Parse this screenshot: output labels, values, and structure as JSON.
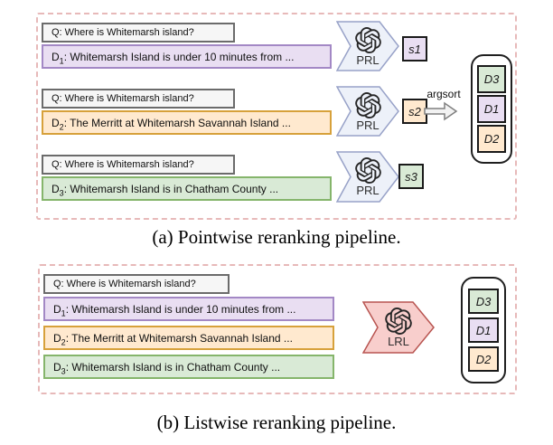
{
  "panel_a": {
    "caption": "(a) Pointwise reranking pipeline.",
    "argsort": "argsort",
    "rows": [
      {
        "query": "Q: Where is Whitemarsh island?",
        "doc": {
          "label": "D",
          "sub": "1",
          "text": ": Whitemarsh Island is under 10 minutes from ..."
        },
        "model": "PRL",
        "score": "s1"
      },
      {
        "query": "Q: Where is Whitemarsh island?",
        "doc": {
          "label": "D",
          "sub": "2",
          "text": ": The Merritt at Whitemarsh Savannah Island ..."
        },
        "model": "PRL",
        "score": "s2"
      },
      {
        "query": "Q: Where is Whitemarsh island?",
        "doc": {
          "label": "D",
          "sub": "3",
          "text": ": Whitemarsh Island is in Chatham County ..."
        },
        "model": "PRL",
        "score": "s3"
      }
    ],
    "output": [
      "D3",
      "D1",
      "D2"
    ]
  },
  "panel_b": {
    "caption": "(b) Listwise reranking pipeline.",
    "query": "Q: Where is Whitemarsh island?",
    "docs": [
      {
        "label": "D",
        "sub": "1",
        "text": ": Whitemarsh Island is under 10 minutes from ..."
      },
      {
        "label": "D",
        "sub": "2",
        "text": ": The Merritt at Whitemarsh Savannah Island ..."
      },
      {
        "label": "D",
        "sub": "3",
        "text": ": Whitemarsh Island is in Chatham County ..."
      }
    ],
    "model": "LRL",
    "output": [
      "D3",
      "D1",
      "D2"
    ]
  },
  "icons": {
    "model_logo": "openai-logo"
  },
  "colors": {
    "purple_fill": "#e9def2",
    "purple_stroke": "#a388c5",
    "orange_fill": "#ffe9cf",
    "orange_stroke": "#d7a13b",
    "green_fill": "#d9ead6",
    "green_stroke": "#85b56b",
    "query_fill": "#f6f6f6",
    "query_stroke": "#6b6b6b",
    "pointwise_model_fill": "#edf1f9",
    "pointwise_model_stroke": "#98a2c8",
    "listwise_model_fill": "#f8cecc",
    "listwise_model_stroke": "#b85450",
    "panel_border": "#e7b9b9",
    "output_border": "#1f1f1f"
  }
}
